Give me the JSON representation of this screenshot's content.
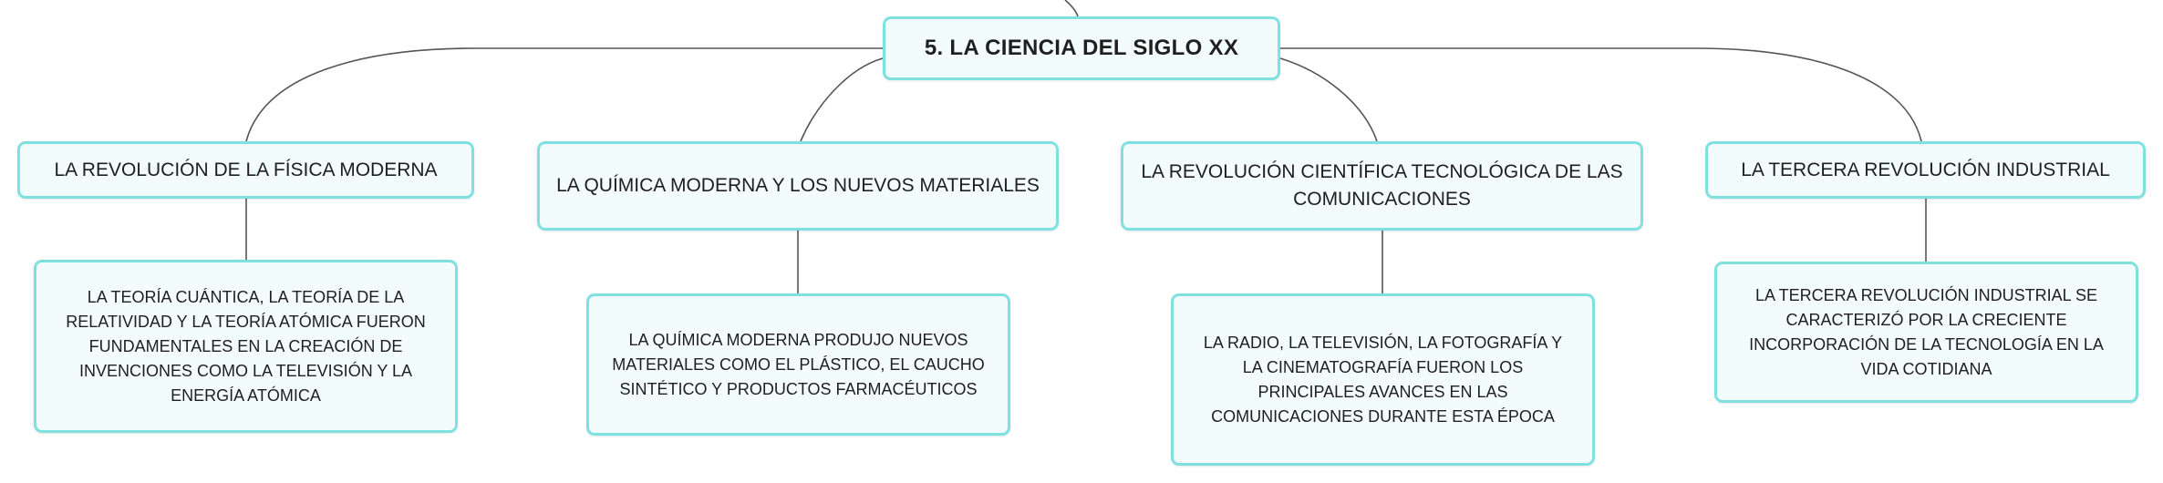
{
  "map": {
    "root": {
      "title": "5. LA CIENCIA DEL SIGLO XX"
    },
    "branches": [
      {
        "title": "LA REVOLUCIÓN DE LA FÍSICA MODERNA",
        "detail": "LA TEORÍA CUÁNTICA, LA TEORÍA DE LA RELATIVIDAD Y LA TEORÍA ATÓMICA FUERON FUNDAMENTALES EN LA CREACIÓN DE INVENCIONES COMO LA TELEVISIÓN Y LA ENERGÍA ATÓMICA"
      },
      {
        "title": "LA QUÍMICA MODERNA Y LOS NUEVOS MATERIALES",
        "detail": "LA QUÍMICA MODERNA PRODUJO NUEVOS MATERIALES COMO EL PLÁSTICO, EL CAUCHO SINTÉTICO Y PRODUCTOS FARMACÉUTICOS"
      },
      {
        "title": "LA REVOLUCIÓN CIENTÍFICA TECNOLÓGICA DE LAS COMUNICACIONES",
        "detail": "LA RADIO, LA TELEVISIÓN, LA FOTOGRAFÍA Y LA CINEMATOGRAFÍA FUERON LOS PRINCIPALES AVANCES EN LAS COMUNICACIONES DURANTE ESTA ÉPOCA"
      },
      {
        "title": "LA TERCERA REVOLUCIÓN INDUSTRIAL",
        "detail": "LA TERCERA REVOLUCIÓN INDUSTRIAL SE CARACTERIZÓ POR LA CRECIENTE INCORPORACIÓN DE LA TECNOLOGÍA EN LA VIDA COTIDIANA"
      }
    ],
    "colors": {
      "node_border": "#7fe0e0",
      "node_fill": "#f2fcfc",
      "connector": "#555555",
      "text": "#1f1f1f"
    }
  }
}
